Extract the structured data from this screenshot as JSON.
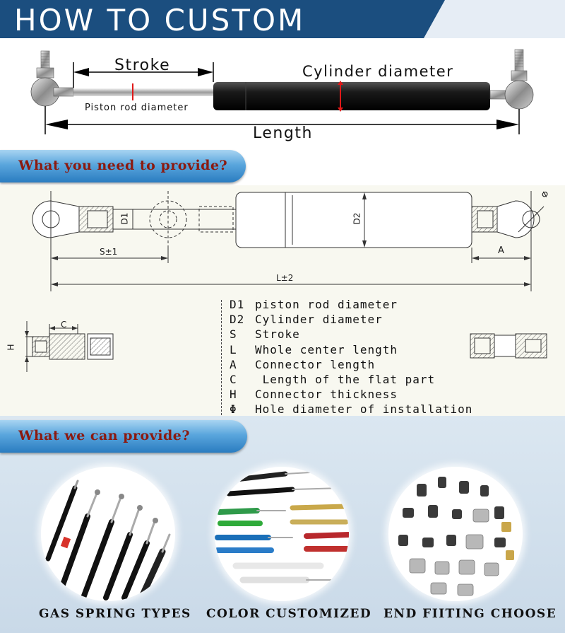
{
  "header": {
    "title": "HOW TO CUSTOM"
  },
  "photo": {
    "stroke_label": "Stroke",
    "cylinder_diameter_label": "Cylinder diameter",
    "piston_rod_diameter_label": "Piston rod diameter",
    "length_label": "Length"
  },
  "section1": {
    "title": "What you need to provide?"
  },
  "drawing": {
    "d1": "D1",
    "d2": "D2",
    "s": "S±1",
    "a": "A",
    "l": "L±2",
    "c": "C",
    "h": "H",
    "phi": "Φ"
  },
  "legend": [
    {
      "code": "D1",
      "text": "piston rod diameter"
    },
    {
      "code": "D2",
      "text": "Cylinder diameter"
    },
    {
      "code": "S",
      "text": "Stroke"
    },
    {
      "code": "L",
      "text": "Whole center length"
    },
    {
      "code": "A",
      "text": "Connector length"
    },
    {
      "code": "C",
      "text": " Length of the flat part"
    },
    {
      "code": "H",
      "text": "Connector thickness"
    },
    {
      "code": "Φ",
      "text": "Hole diameter of installation"
    }
  ],
  "section2": {
    "title": "What we can provide?"
  },
  "captions": {
    "types": "GAS SPRING TYPES",
    "colors": "COLOR CUSTOMIZED",
    "fittings": "END FIITING CHOOSE"
  },
  "colors": {
    "header_blue": "#1b4e7f",
    "title_red": "#8b1a10"
  }
}
